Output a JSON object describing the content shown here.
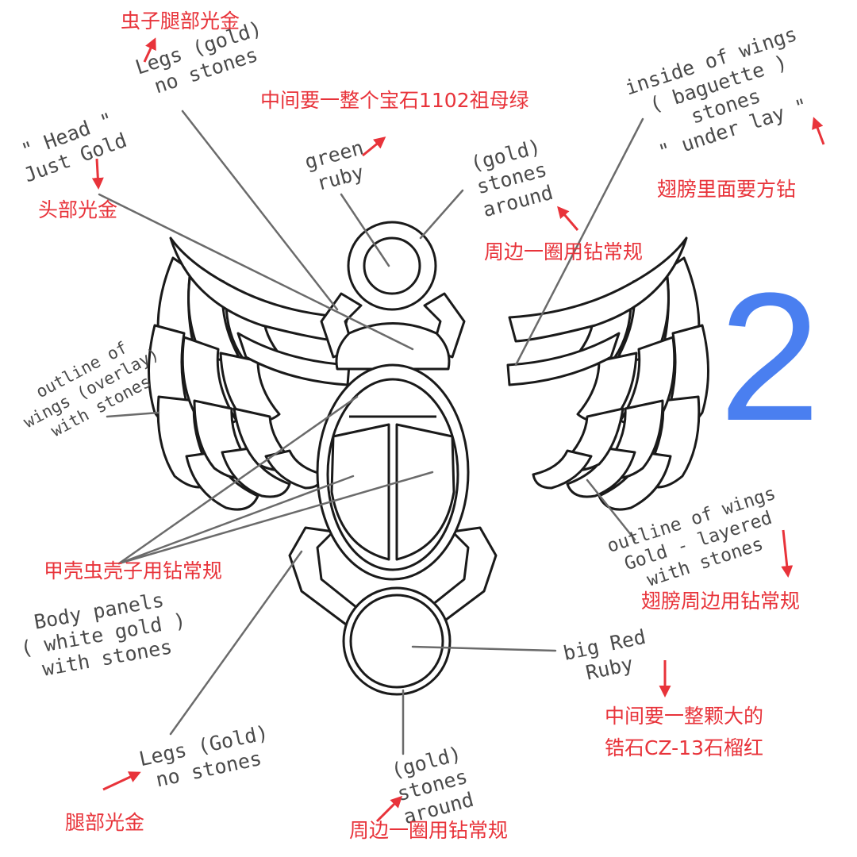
{
  "figure_number": "2",
  "colors": {
    "outline": "#1a1a1a",
    "leader_line": "#6b6b6b",
    "handwriting": "#4a4a4a",
    "chinese_note": "#e8333a",
    "figure_number": "#4a7ff0"
  },
  "handwritten_labels": {
    "legs_top": [
      "Legs (gold)",
      "no stones"
    ],
    "head": [
      "\" Head \"",
      "Just Gold"
    ],
    "green_ruby": [
      "green",
      "ruby"
    ],
    "gold_stones_top": [
      "(gold)",
      "stones",
      "around"
    ],
    "inside_wings": [
      "inside of wings",
      "( baguette )",
      "stones",
      "\" under lay \""
    ],
    "outline_overlay": [
      "outline of",
      "wings (overlay)",
      "with stones"
    ],
    "outline_layered": [
      "outline of wings",
      "Gold - layered",
      "with stones"
    ],
    "body_panels": [
      "Body panels",
      "( white gold )",
      "with stones"
    ],
    "big_red_ruby": [
      "big Red",
      "Ruby"
    ],
    "legs_bottom": [
      "Legs (Gold)",
      "no stones"
    ],
    "gold_stones_bottom": [
      "(gold)",
      "stones",
      "around"
    ]
  },
  "chinese_notes": {
    "legs_gold_top": "虫子腿部光金",
    "center_emerald": "中间要一整个宝石1102祖母绿",
    "head_gold": "头部光金",
    "wing_inside_baguette": "翅膀里面要方钻",
    "ring_stones_top": "周边一圈用钻常规",
    "shell_stones": "甲壳虫壳子用钻常规",
    "wing_outline_stones": "翅膀周边用钻常规",
    "big_stone_line1": "中间要一整颗大的",
    "big_stone_line2": "锆石CZ-13石榴红",
    "legs_gold_bottom": "腿部光金",
    "ring_stones_bottom": "周边一圈用钻常规"
  }
}
